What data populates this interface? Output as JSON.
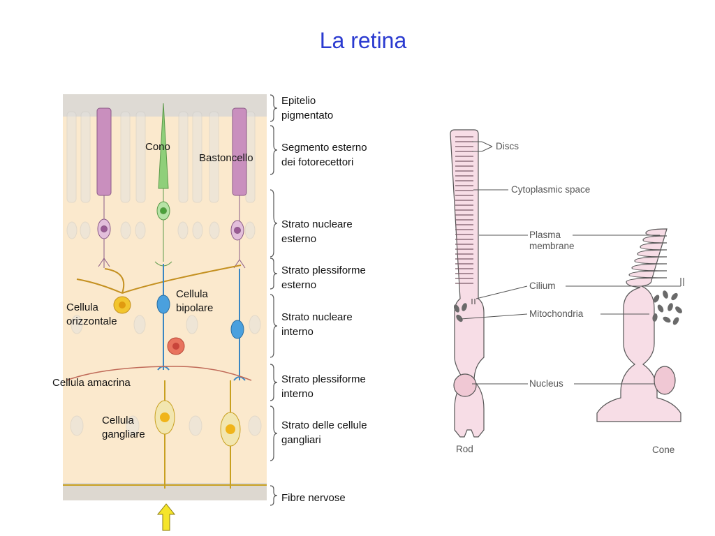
{
  "slide": {
    "title": "La retina"
  },
  "retina": {
    "layers": [
      "Epitelio\npigmentato",
      "Segmento esterno\ndei fotorecettori",
      "Strato nucleare\nesterno",
      "Strato plessiforme\nesterno",
      "Strato nucleare\ninterno",
      "Strato plessiforme\ninterno",
      "Strato delle cellule\ngangliari",
      "Fibre nervose"
    ],
    "cells": {
      "cone": "Cono",
      "rod": "Bastoncello",
      "horizontal": "Cellula\norizzontale",
      "bipolar": "Cellula\nbipolare",
      "amacrine": "Cellula amacrina",
      "ganglion": "Cellula\ngangliare"
    }
  },
  "photoreceptors": {
    "labels": {
      "discs": "Discs",
      "cytoplasmic_space": "Cytoplasmic space",
      "plasma_membrane": "Plasma\nmembrane",
      "cilium": "Cilium",
      "mitochondria": "Mitochondria",
      "nucleus": "Nucleus",
      "rod": "Rod",
      "cone": "Cone"
    }
  },
  "colors": {
    "title": "#2a3ad0",
    "background_layer": "#fbe9cd",
    "rod_cell": "#c98fbe",
    "cone_cell": "#8fcf7a",
    "bipolar_cell": "#4aa0de",
    "horizontal_cell": "#e6b44a",
    "ganglion_cell": "#f2c52e",
    "amacrine_cell": "#e8735e",
    "outline_drawing": "#f7dde6",
    "arrow": "#f5e52a"
  }
}
